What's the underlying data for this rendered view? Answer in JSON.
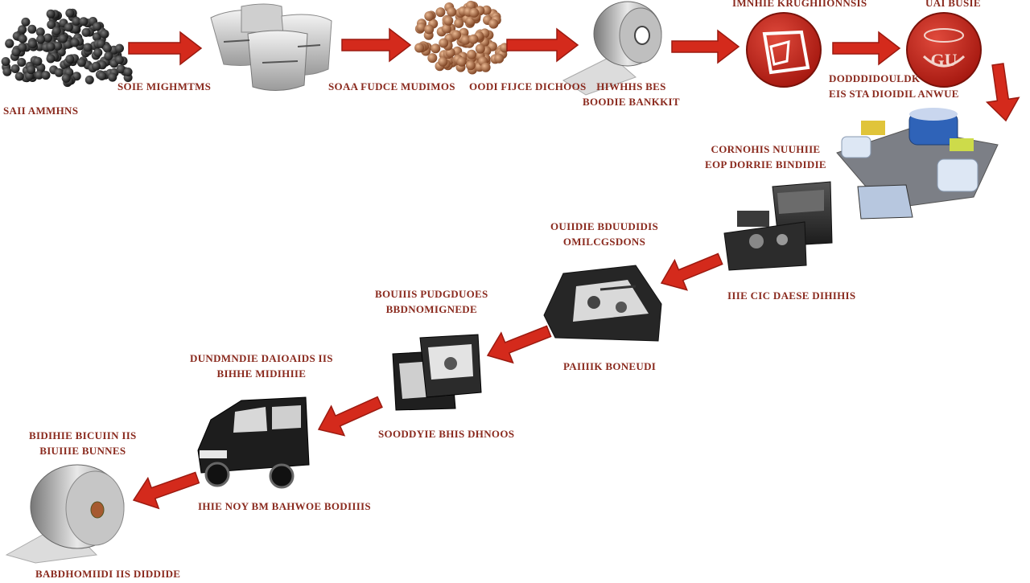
{
  "colors": {
    "arrow": "#d42a1c",
    "arrow_dark": "#9c1a10",
    "label": "#8a2a1e",
    "circle": "#c8261b"
  },
  "steps": [
    {
      "id": "pellets",
      "icon": "plastic-pellets-icon",
      "lines": [
        "SAII AMMHNS"
      ]
    },
    {
      "id": "molds",
      "icon": "molded-panels-icon",
      "lines": [
        "SOIE MIGHMTMS"
      ]
    },
    {
      "id": "beads",
      "icon": "copper-beads-icon",
      "lines": [
        "SOAA FUDCE MUDIMOS"
      ]
    },
    {
      "id": "coil",
      "icon": "metal-coil-icon",
      "lines": [
        "OODI FIJCE DICHOOS"
      ]
    },
    {
      "id": "sheet",
      "icon": "sheet-strip-icon",
      "lines": [
        "HIWHHS BES",
        "BOODIE BANKKIT"
      ]
    },
    {
      "id": "door-stamp",
      "icon": "door-stamp-icon",
      "lines": [
        "IMNHIE KRUGHIIONNSIS",
        "DODDDIDOULDK"
      ]
    },
    {
      "id": "paint",
      "icon": "paint-badge-icon",
      "lines": [
        "UAI BUSIE",
        "EIS STA DIOIDIL ANWUE"
      ]
    },
    {
      "id": "factory",
      "icon": "factory-icon",
      "lines": [
        "CORNOHIS NUUHIIE",
        "EOP DORRIE BINDIDIE"
      ]
    },
    {
      "id": "door-frame",
      "icon": "door-frame-icon",
      "lines": [
        "IIIE CIC DAESE DIHIHIS"
      ]
    },
    {
      "id": "door-parts",
      "icon": "door-parts-icon",
      "lines": [
        "OUIIDIE BDUUDIDIS",
        "OMILCGSDONS",
        "PAIIIIK BONEUDI"
      ]
    },
    {
      "id": "door-panel",
      "icon": "door-panel-icon",
      "lines": [
        "BOUIIIS PUDGDUOES",
        "BBDNOMIGNEDE",
        "SOODDYIE BHIS DHNOOS"
      ]
    },
    {
      "id": "car",
      "icon": "car-icon",
      "lines": [
        "DUNDMNDIE DAIOAIDS IIS",
        "BIHHE MIDIHIIE",
        "IHIE NOY BM BAHWOE BODIIIIS"
      ]
    },
    {
      "id": "final-roll",
      "icon": "film-roll-icon",
      "lines": [
        "BIDIHIE BICUIIN IIS",
        "BIUIIIE BUNNES",
        "BABDHOMIIDI IIS DIDDIDE"
      ]
    }
  ]
}
